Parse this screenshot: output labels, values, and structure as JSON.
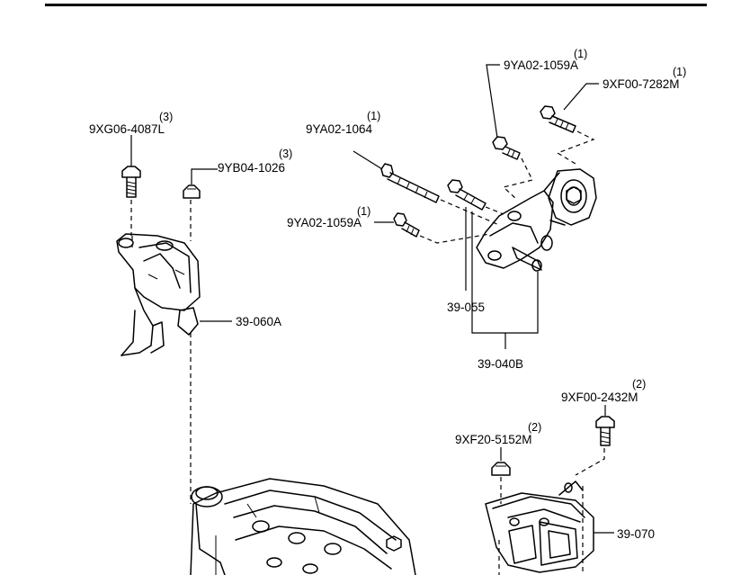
{
  "labels": {
    "bolt_top_left": {
      "part": "9XG06-4087L",
      "qty": "(3)"
    },
    "nut_top_left": {
      "part": "9YB04-1026",
      "qty": "(3)"
    },
    "mount_left": {
      "part": "39-060A"
    },
    "long_bolt": {
      "part": "9YA02-1064",
      "qty": "(1)"
    },
    "short_bolt_left": {
      "part": "9YA02-1059A",
      "qty": "(1)"
    },
    "bolt_top_right": {
      "part": "9YA02-1059A",
      "qty": "(1)"
    },
    "bolt_far_right": {
      "part": "9XF00-7282M",
      "qty": "(1)"
    },
    "bracket": {
      "part": "39-055"
    },
    "rear_mount": {
      "part": "39-040B"
    },
    "bolt_lower_right": {
      "part": "9XF00-2432M",
      "qty": "(2)"
    },
    "nut_lower_right": {
      "part": "9XF20-5152M",
      "qty": "(2)"
    },
    "trans_mount": {
      "part": "39-070"
    }
  }
}
